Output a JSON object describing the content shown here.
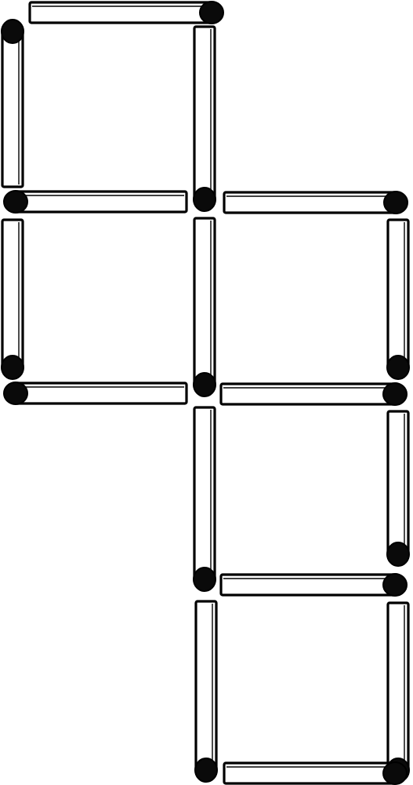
{
  "figure": {
    "description_type": "matchstick-puzzle",
    "colors": {
      "background": "#ffffff",
      "stick_body": "#ffffff",
      "stick_outline": "#000000",
      "match_head": "#0a0a0a"
    },
    "matchsticks": [
      {
        "id": "m01",
        "orientation": "horizontal",
        "head": "right"
      },
      {
        "id": "m02",
        "orientation": "vertical",
        "head": "top"
      },
      {
        "id": "m03",
        "orientation": "vertical",
        "head": "bottom"
      },
      {
        "id": "m04",
        "orientation": "horizontal",
        "head": "left"
      },
      {
        "id": "m05",
        "orientation": "horizontal",
        "head": "right"
      },
      {
        "id": "m06",
        "orientation": "vertical",
        "head": "bottom"
      },
      {
        "id": "m07",
        "orientation": "vertical",
        "head": "bottom"
      },
      {
        "id": "m08",
        "orientation": "vertical",
        "head": "bottom"
      },
      {
        "id": "m09",
        "orientation": "horizontal",
        "head": "left"
      },
      {
        "id": "m10",
        "orientation": "horizontal",
        "head": "right"
      },
      {
        "id": "m11",
        "orientation": "vertical",
        "head": "bottom"
      },
      {
        "id": "m12",
        "orientation": "vertical",
        "head": "bottom"
      },
      {
        "id": "m13",
        "orientation": "horizontal",
        "head": "right"
      },
      {
        "id": "m14",
        "orientation": "vertical",
        "head": "bottom"
      },
      {
        "id": "m15",
        "orientation": "vertical",
        "head": "bottom"
      },
      {
        "id": "m16",
        "orientation": "horizontal",
        "head": "right"
      }
    ]
  }
}
